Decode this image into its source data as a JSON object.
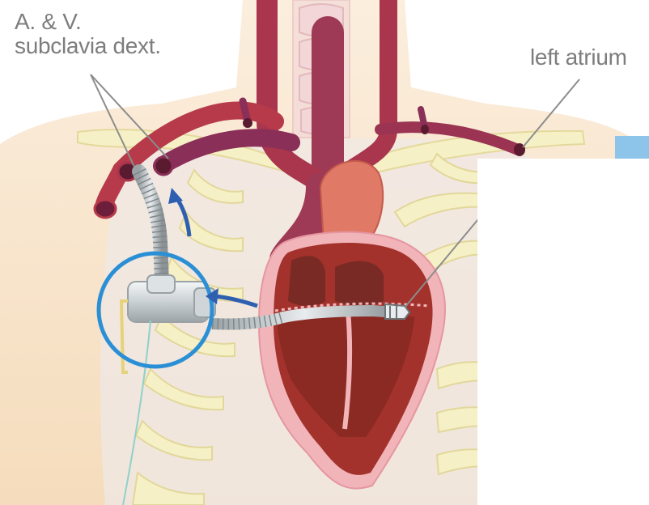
{
  "labels": {
    "vessel_name_line1": "A. & V.",
    "vessel_name_line2": "subclavia dext.",
    "atrium": "left atrium"
  },
  "colors": {
    "artery": "#b63a4a",
    "vein": "#8a2f58",
    "heart_muscle": "#a2322b",
    "pericardium": "#f1b4b8",
    "bone": "#f6f0c6",
    "skin": "#f7e0c2",
    "highlight_ring": "#2b8fd6",
    "flow_arrow": "#2f5fb0",
    "label_text": "#7d7d7d"
  }
}
